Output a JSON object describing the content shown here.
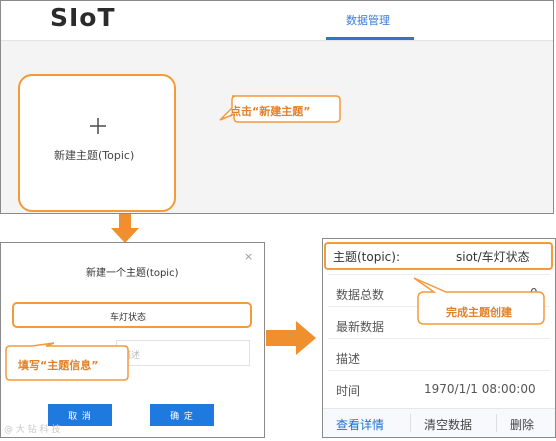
{
  "top": {
    "logo": "SIoT",
    "nav_item": "数据管理",
    "new_topic_label": "新建主题(Topic)",
    "callout": "点击“新建主题”"
  },
  "dialog": {
    "title": "新建一个主题(topic)",
    "close": "×",
    "topic_name_value": "车灯状态",
    "desc_placeholder": "描述",
    "callout": "填写“主题信息”",
    "cancel_label": "取 消",
    "confirm_label": "确 定",
    "watermark": "@ 大 钻 科 技"
  },
  "card": {
    "topic_label": "主题(topic):",
    "topic_value": "siot/车灯状态",
    "total_label": "数据总数",
    "total_value": "0",
    "latest_label": "最新数据",
    "desc_label": "描述",
    "time_label": "时间",
    "time_value": "1970/1/1 08:00:00",
    "callout": "完成主题创建",
    "view_details": "查看详情",
    "clear_data": "清空数据",
    "delete": "删除"
  },
  "colors": {
    "accent_orange": "#f39a3a",
    "callout_text": "#e2822a",
    "primary_blue": "#1f7ae0"
  },
  "icons": [
    "plus-icon",
    "close-icon",
    "arrow-down-icon",
    "arrow-right-icon"
  ]
}
